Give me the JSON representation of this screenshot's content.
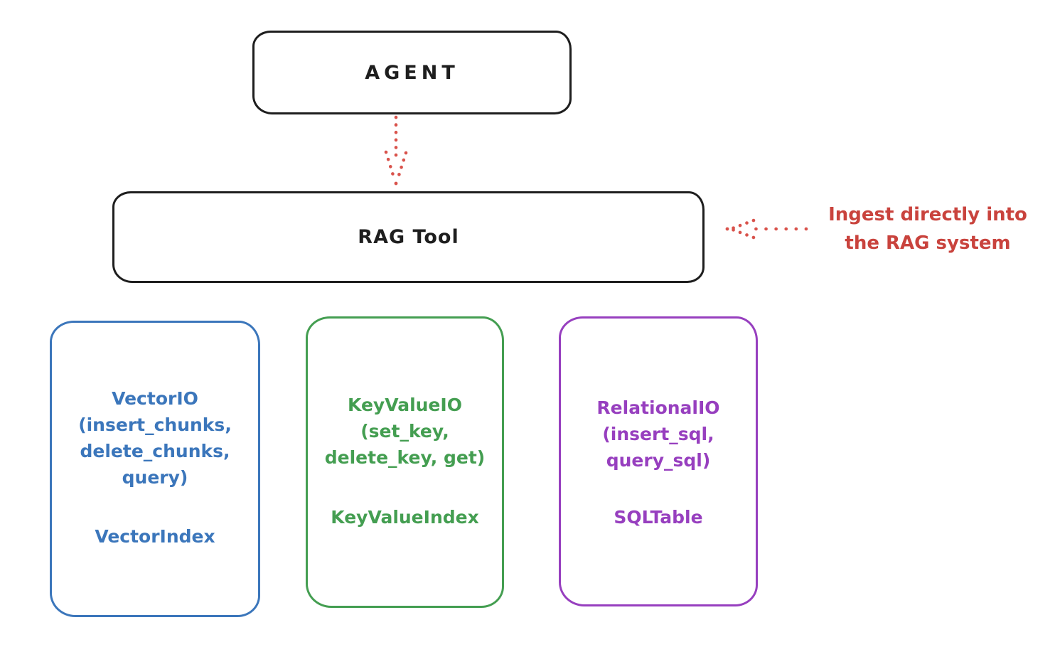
{
  "nodes": {
    "agent": {
      "label": "AGENT"
    },
    "rag_tool": {
      "label": "RAG Tool"
    }
  },
  "annotation": {
    "line1": "Ingest directly into",
    "line2": "the RAG system"
  },
  "stores": [
    {
      "id": "vector-io",
      "color": "#3b76bb",
      "io_lines": [
        "VectorIO",
        "(insert_chunks,",
        "delete_chunks,",
        "query)"
      ],
      "index_label": "VectorIndex"
    },
    {
      "id": "keyvalue-io",
      "color": "#449e51",
      "io_lines": [
        "KeyValueIO",
        "(set_key,",
        "delete_key, get)"
      ],
      "index_label": "KeyValueIndex"
    },
    {
      "id": "relational-io",
      "color": "#973fbf",
      "io_lines": [
        "RelationalIO",
        "(insert_sql,",
        "query_sql)"
      ],
      "index_label": "SQLTable"
    }
  ],
  "icons": {
    "agent_to_rag_arrow": "dotted-down-arrow",
    "ingest_arrow": "dotted-left-arrow"
  },
  "colors": {
    "ink": "#1e1e1e",
    "red_text": "#c9433d",
    "red_arrow": "#d9534c",
    "blue": "#3b76bb",
    "green": "#449e51",
    "purple": "#973fbf",
    "background": "#ffffff"
  }
}
